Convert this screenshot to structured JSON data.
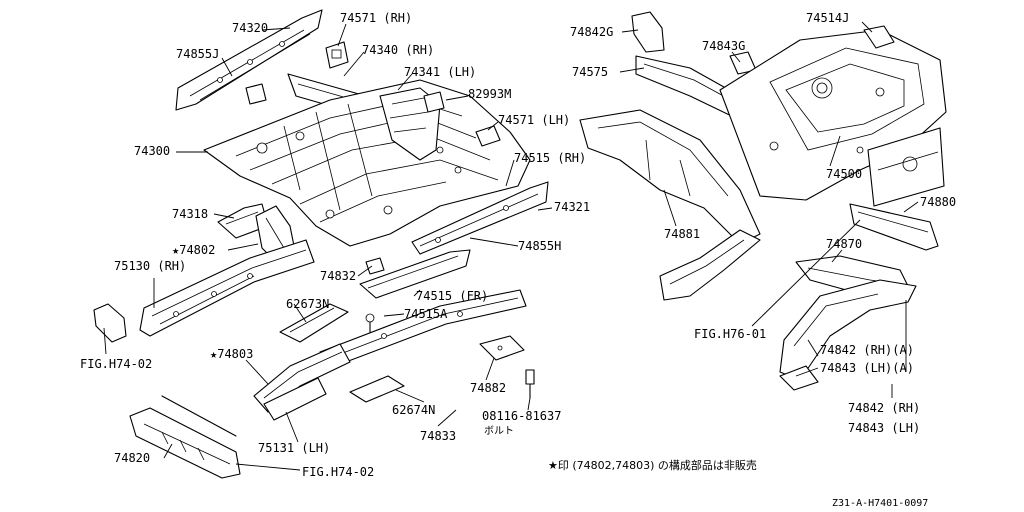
{
  "labels": {
    "p74320": "74320",
    "p74571rh": "74571 (RH)",
    "p74855j": "74855J",
    "p74340rh": "74340 (RH)",
    "p74341lh": "74341 (LH)",
    "p82993m": "82993M",
    "p74571lh": "74571 (LH)",
    "p74300": "74300",
    "p74515rh": "74515 (RH)",
    "p74318": "74318",
    "p74321": "74321",
    "p74802": "★74802",
    "p74855h": "74855H",
    "p75130rh": "75130 (RH)",
    "p74832": "74832",
    "p74515fr": "74515 (FR)",
    "p62673n": "62673N",
    "p74515a": "74515A",
    "figH7402a": "FIG.H74-02",
    "p74803": "★74803",
    "p74882": "74882",
    "p62674n": "62674N",
    "p0811681637": "08116-81637",
    "p74833": "74833",
    "p75131lh": "75131 (LH)",
    "p74820": "74820",
    "figH7402b": "FIG.H74-02",
    "p74842g": "74842G",
    "p74843g": "74843G",
    "p74514j": "74514J",
    "p74575": "74575",
    "p74500": "74500",
    "p74880": "74880",
    "p74881": "74881",
    "p74870": "74870",
    "figH7601": "FIG.H76-01",
    "p74842rha": "74842 (RH)(A)",
    "p74843lha": "74843 (LH)(A)",
    "p74842rh": "74842 (RH)",
    "p74843lh": "74843 (LH)"
  },
  "small_text": "ボルト",
  "footnote": "★印 (74802,74803) の構成部品は非販売",
  "diagram_code": "Z31-A-H7401-0097"
}
